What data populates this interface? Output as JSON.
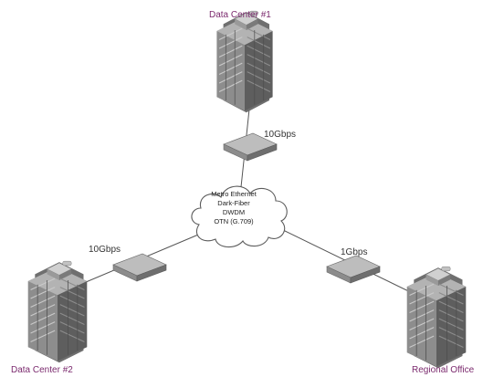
{
  "sites": {
    "dc1": "Data Center #1",
    "dc2": "Data Center #2",
    "regional": "Regional Office"
  },
  "links": {
    "dc1_speed": "10Gbps",
    "dc2_speed": "10Gbps",
    "regional_speed": "1Gbps"
  },
  "cloud": {
    "lines": [
      "Metro Ethernet",
      "Dark-Fiber",
      "DWDM",
      "OTN (G.709)"
    ]
  },
  "colors": {
    "label": "#7b2a6e",
    "building": "#8a8a8a",
    "device": "#9a9a9a",
    "line": "#555555"
  },
  "icons": {
    "building": "office-tower-icon",
    "device": "network-switch-icon",
    "cloud": "network-cloud-icon"
  }
}
